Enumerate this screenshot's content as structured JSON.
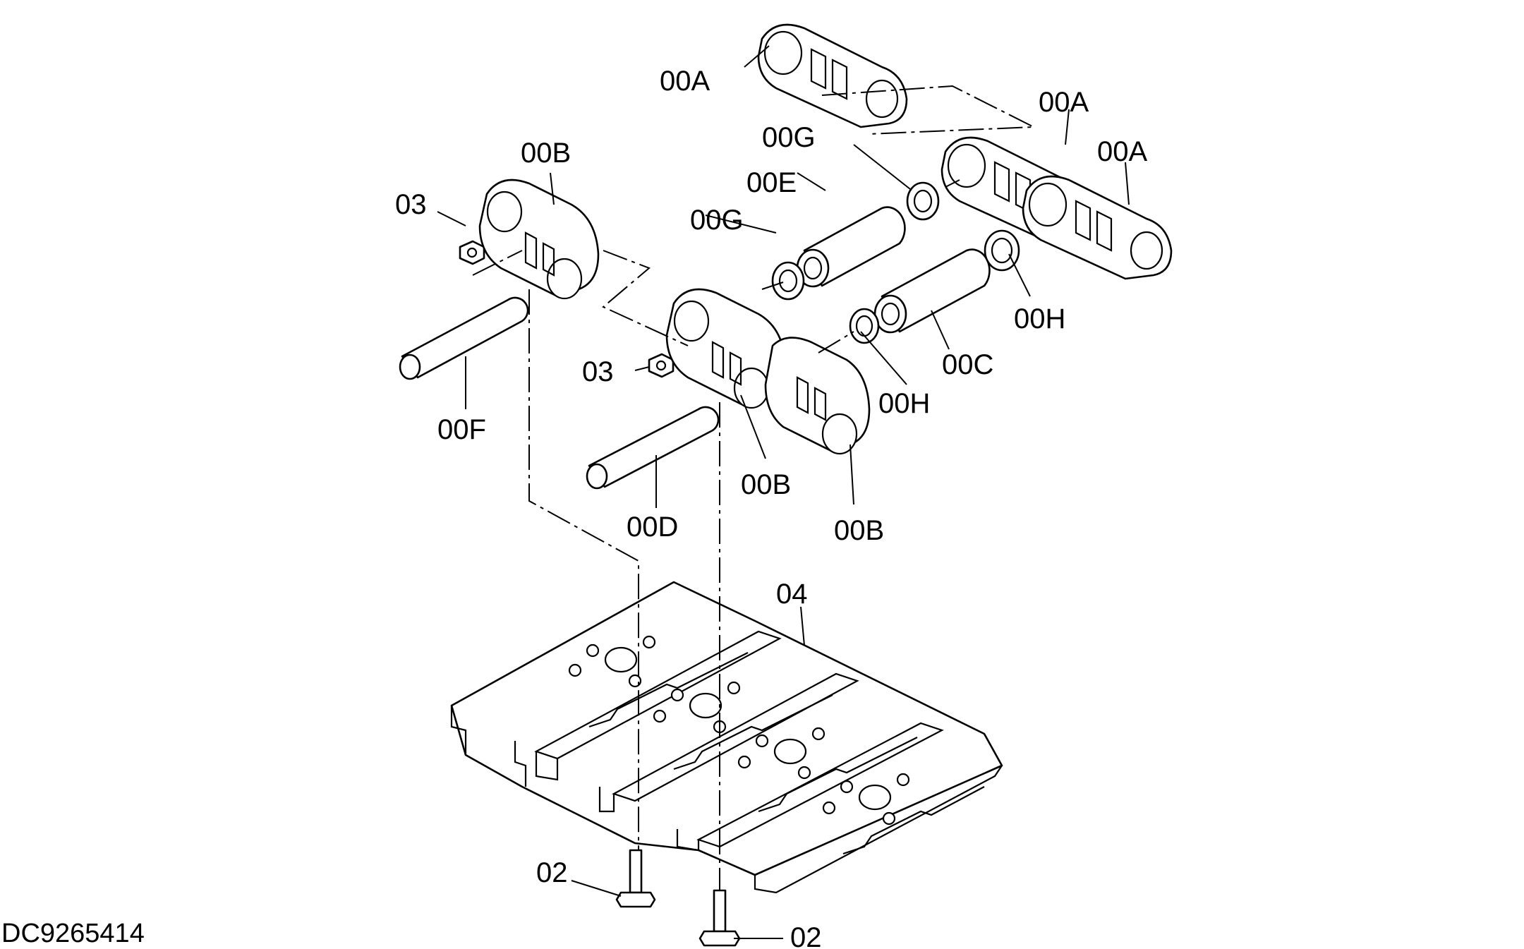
{
  "drawing_id": "DC9265414",
  "callouts": {
    "a_top": "00A",
    "a_right1": "00A",
    "a_right2": "00A",
    "b_top": "00B",
    "b_mid1": "00B",
    "b_mid2": "00B",
    "c": "00C",
    "d": "00D",
    "e": "00E",
    "f": "00F",
    "g_top": "00G",
    "g_mid": "00G",
    "h_right": "00H",
    "h_mid": "00H",
    "nut_top": "03",
    "nut_mid": "03",
    "shoe": "04",
    "bolt_left": "02",
    "bolt_right": "02"
  }
}
